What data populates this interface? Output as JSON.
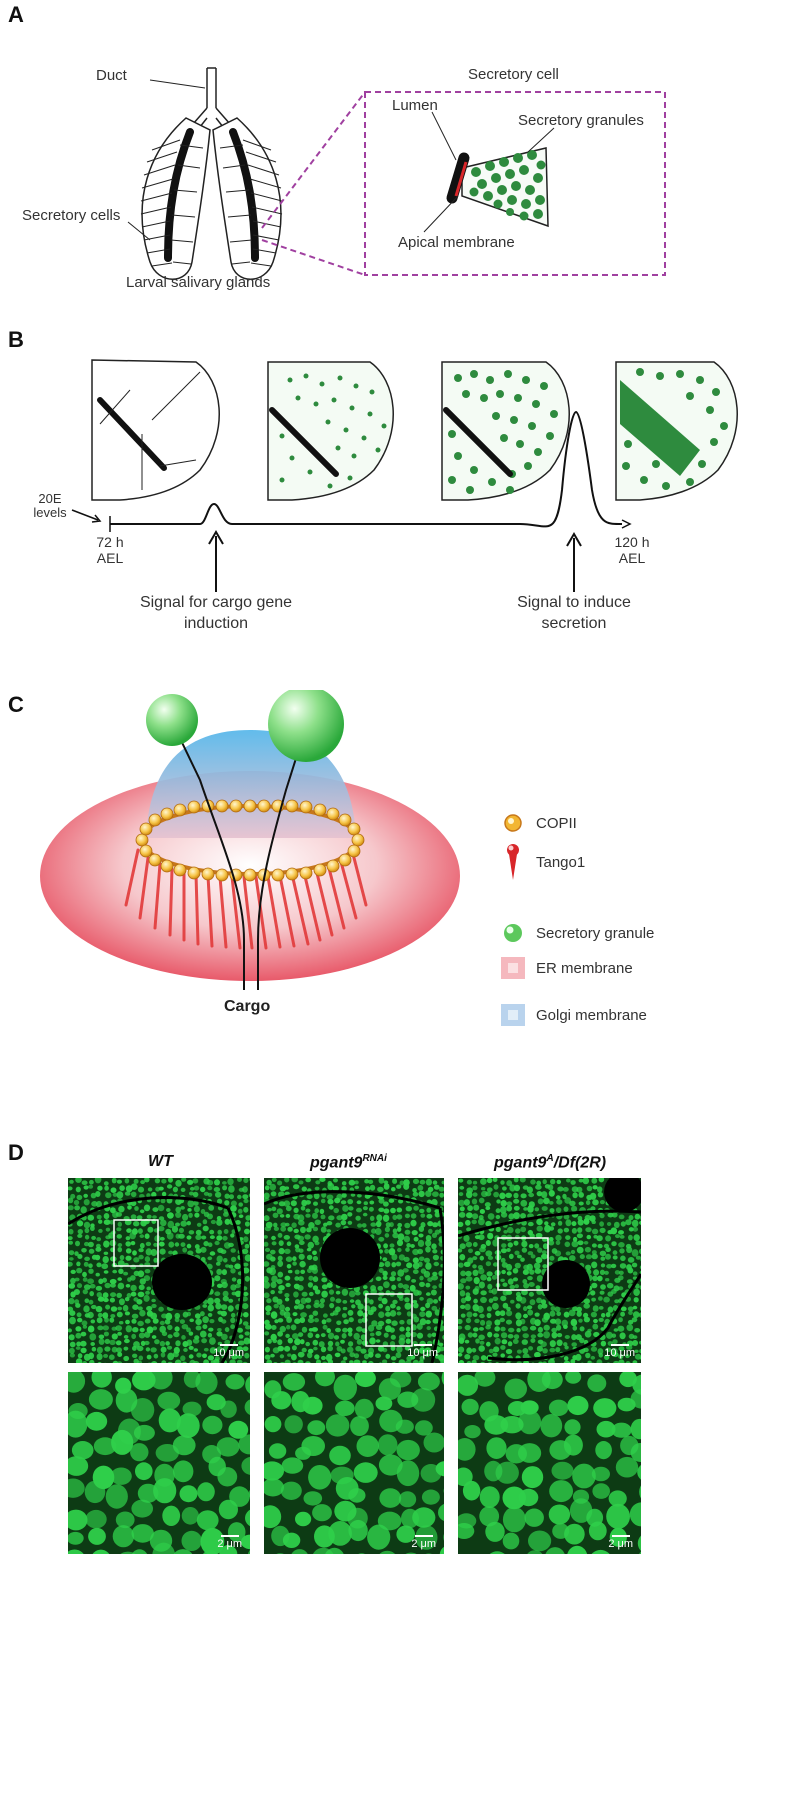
{
  "panelA": {
    "letter": "A",
    "duct": "Duct",
    "secretory_cells": "Secretory cells",
    "larval_glands": "Larval salivary glands",
    "secretory_cell_title": "Secretory cell",
    "lumen": "Lumen",
    "secretory_granules": "Secretory granules",
    "apical_membrane": "Apical membrane"
  },
  "panelB": {
    "letter": "B",
    "hormone_label_line1": "20E",
    "hormone_label_line2": "levels",
    "start_line1": "72 h",
    "start_line2": "AEL",
    "end_line1": "120 h",
    "end_line2": "AEL",
    "signal1_line1": "Signal for cargo gene",
    "signal1_line2": "induction",
    "signal2_line1": "Signal to induce",
    "signal2_line2": "secretion"
  },
  "panelC": {
    "letter": "C",
    "cargo": "Cargo",
    "legend": [
      {
        "icon": "copii-icon",
        "label": "COPII"
      },
      {
        "icon": "tango1-icon",
        "label": "Tango1"
      },
      {
        "icon": "secretory-granule-icon",
        "label": "Secretory granule"
      },
      {
        "icon": "er-membrane-icon",
        "label": "ER membrane"
      },
      {
        "icon": "golgi-membrane-icon",
        "label": "Golgi membrane"
      }
    ],
    "colors": {
      "copii": "#f2b632",
      "tango1": "#d8262a",
      "granule": "#5cc85c",
      "er": "#f2a0a8",
      "golgi": "#a8c8e8"
    }
  },
  "panelD": {
    "letter": "D",
    "columns": [
      {
        "title": "WT",
        "title_sup": "",
        "scale_top": "10 μm",
        "scale_bottom": "2 μm"
      },
      {
        "title": "pgant9",
        "title_sup": "RNAi",
        "scale_top": "10 μm",
        "scale_bottom": "2 μm"
      },
      {
        "title": "pgant9",
        "title_sup": "A",
        "title_rest": "/Df(2R)",
        "scale_top": "10 μm",
        "scale_bottom": "2 μm"
      }
    ],
    "colors": {
      "signal": "#2fcf4a",
      "background": "#0d3b14"
    }
  }
}
